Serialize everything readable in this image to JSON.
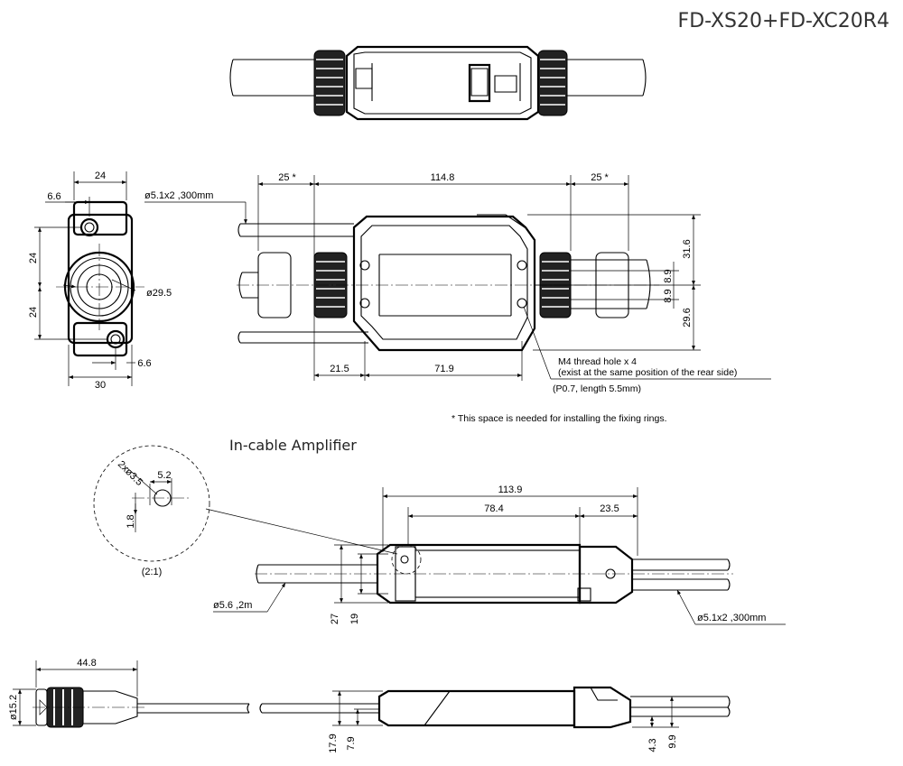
{
  "title": "FD-XS20+FD-XC20R4",
  "section_label": "In-cable Amplifier",
  "detail_scale": "(2:1)",
  "notes": {
    "space_note": "* This space is needed for installing the fixing rings.",
    "thread_line1": "M4 thread hole x 4",
    "thread_line2": "(exist at the same position of the rear side)",
    "thread_line3": "(P0.7, length 5.5mm)"
  },
  "front_view_dims": {
    "width_top": "24",
    "offset_top": "6.6",
    "height_upper": "24",
    "height_lower": "24",
    "diameter": "ø29.5",
    "offset_bottom": "6.6",
    "width_bottom": "30"
  },
  "side_view_dims": {
    "space_left": "25 *",
    "length": "114.8",
    "space_right": "25 *",
    "cable": "ø5.1x2 ,300mm",
    "height_upper": "31.6",
    "off_a": "8.9",
    "off_b": "8.9",
    "height_lower": "29.6",
    "bottom_left": "21.5",
    "bottom_mid": "71.9"
  },
  "detail_dims": {
    "holes": "2xø3.5",
    "spacing": "5.2",
    "offset": "1.8"
  },
  "amp_top_dims": {
    "overall": "113.9",
    "mid": "78.4",
    "right": "23.5",
    "height_a": "27",
    "height_b": "19",
    "cable_left": "ø5.6 ,2m",
    "cable_right": "ø5.1x2 ,300mm"
  },
  "amp_side_dims": {
    "connector_length": "44.8",
    "connector_dia": "ø15.2",
    "height_a": "17.9",
    "height_b": "7.9",
    "right_a": "4.3",
    "right_b": "9.9"
  }
}
